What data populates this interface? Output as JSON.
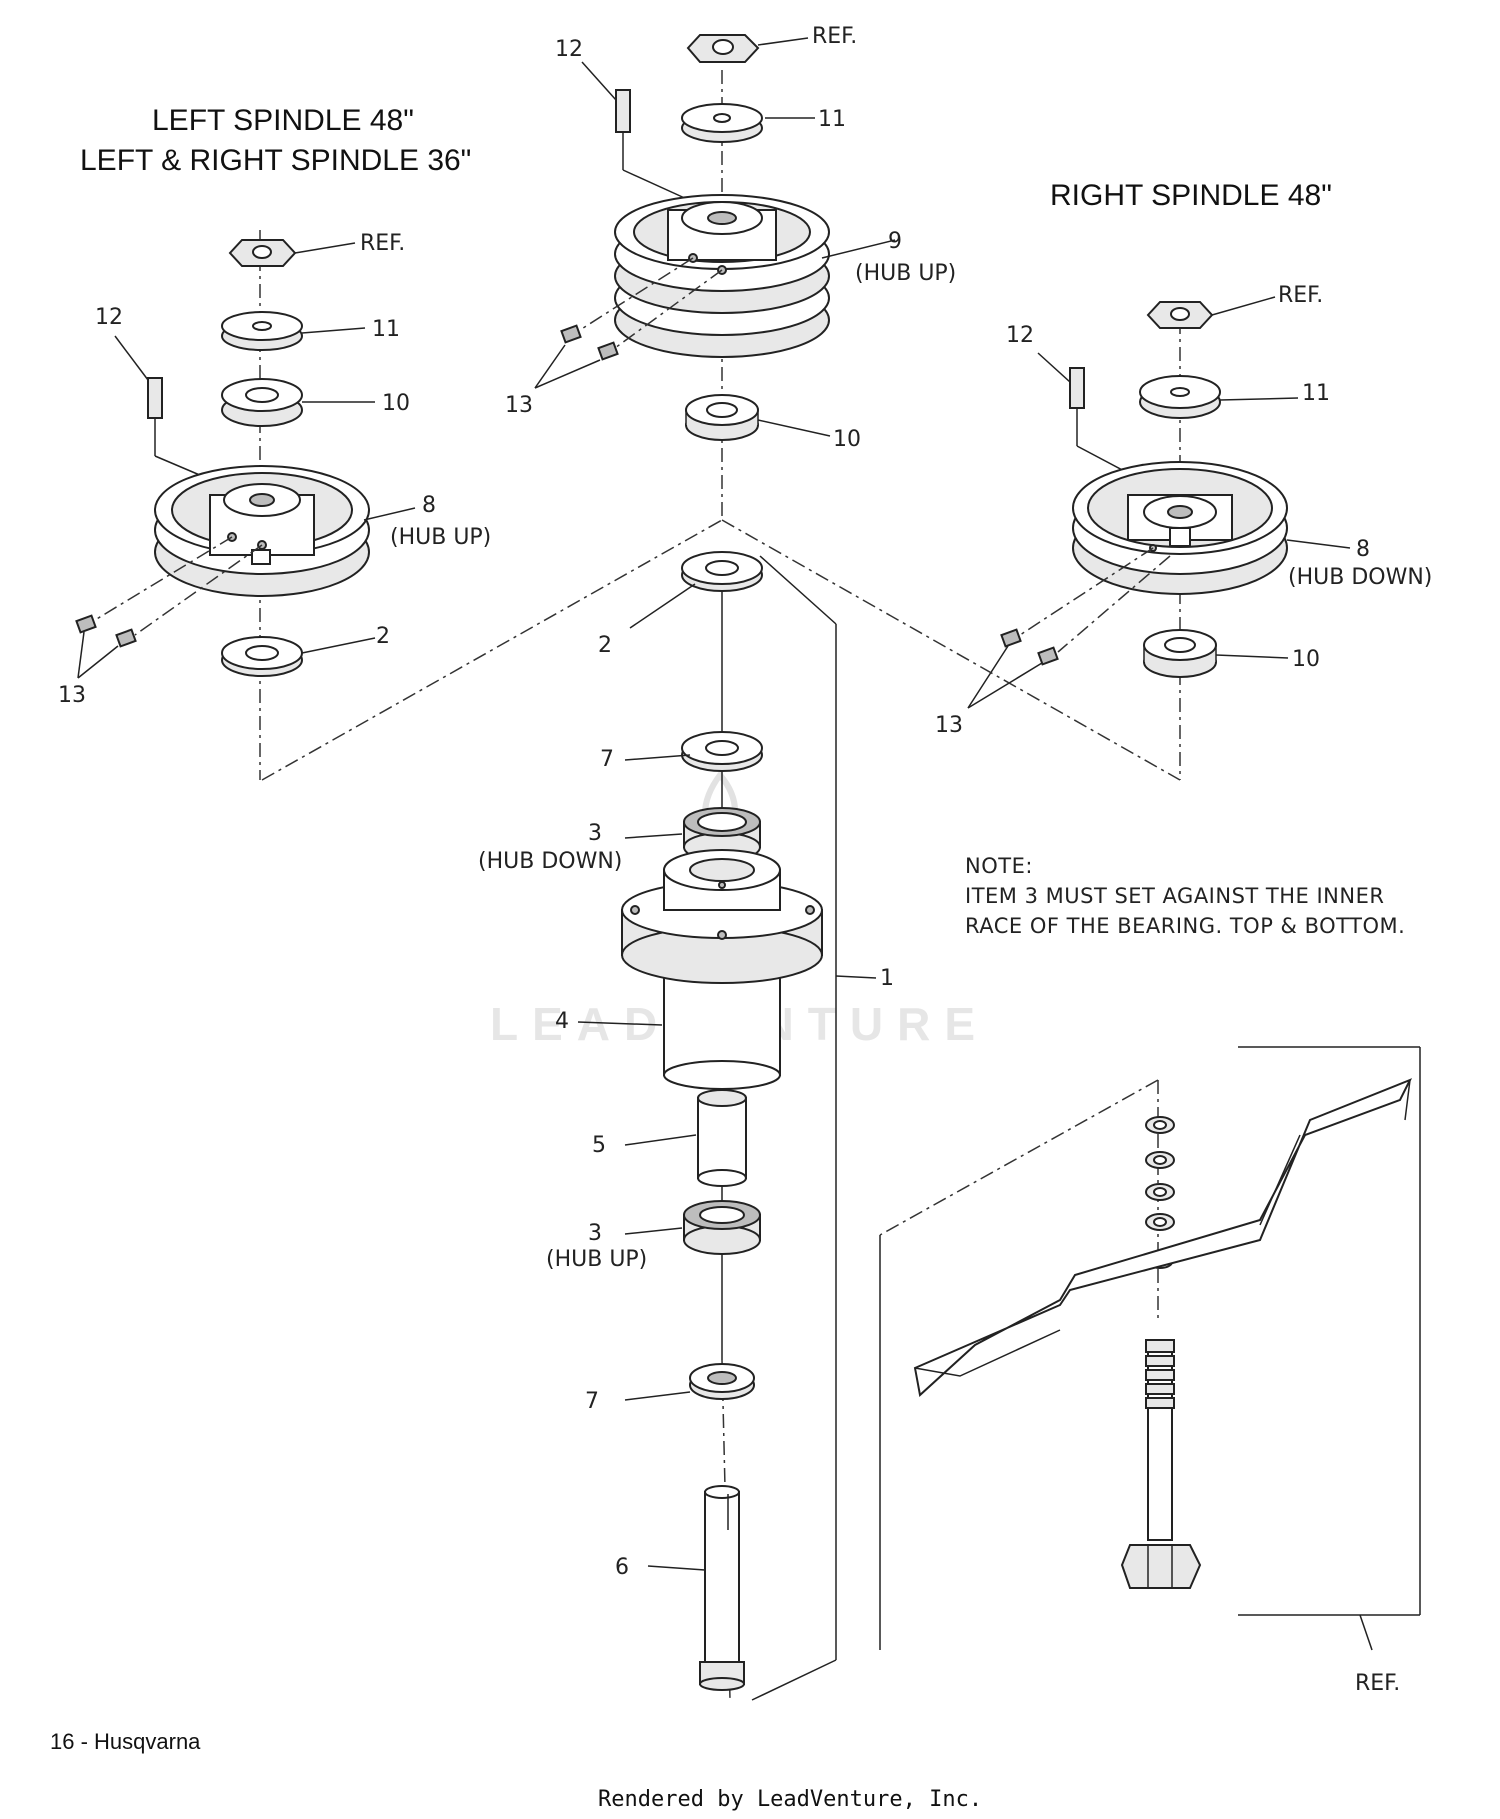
{
  "titles": {
    "left_line1": "LEFT SPINDLE 48\"",
    "left_line2": "LEFT & RIGHT SPINDLE 36\"",
    "right": "RIGHT SPINDLE 48\""
  },
  "labels": {
    "ref": "REF.",
    "n1": "1",
    "n2": "2",
    "n3": "3",
    "n4": "4",
    "n5": "5",
    "n6": "6",
    "n7": "7",
    "n8": "8",
    "n9": "9",
    "n10": "10",
    "n11": "11",
    "n12": "12",
    "n13": "13",
    "hub_up": "(HUB UP)",
    "hub_down": "(HUB DOWN)"
  },
  "note": {
    "heading": "NOTE:",
    "line1": "ITEM 3 MUST SET AGAINST THE INNER",
    "line2": "RACE OF THE BEARING. TOP & BOTTOM."
  },
  "watermark": "LEADVENTURE",
  "footer": {
    "page": "16 - Husqvarna",
    "rendered": "Rendered by LeadVenture, Inc."
  }
}
